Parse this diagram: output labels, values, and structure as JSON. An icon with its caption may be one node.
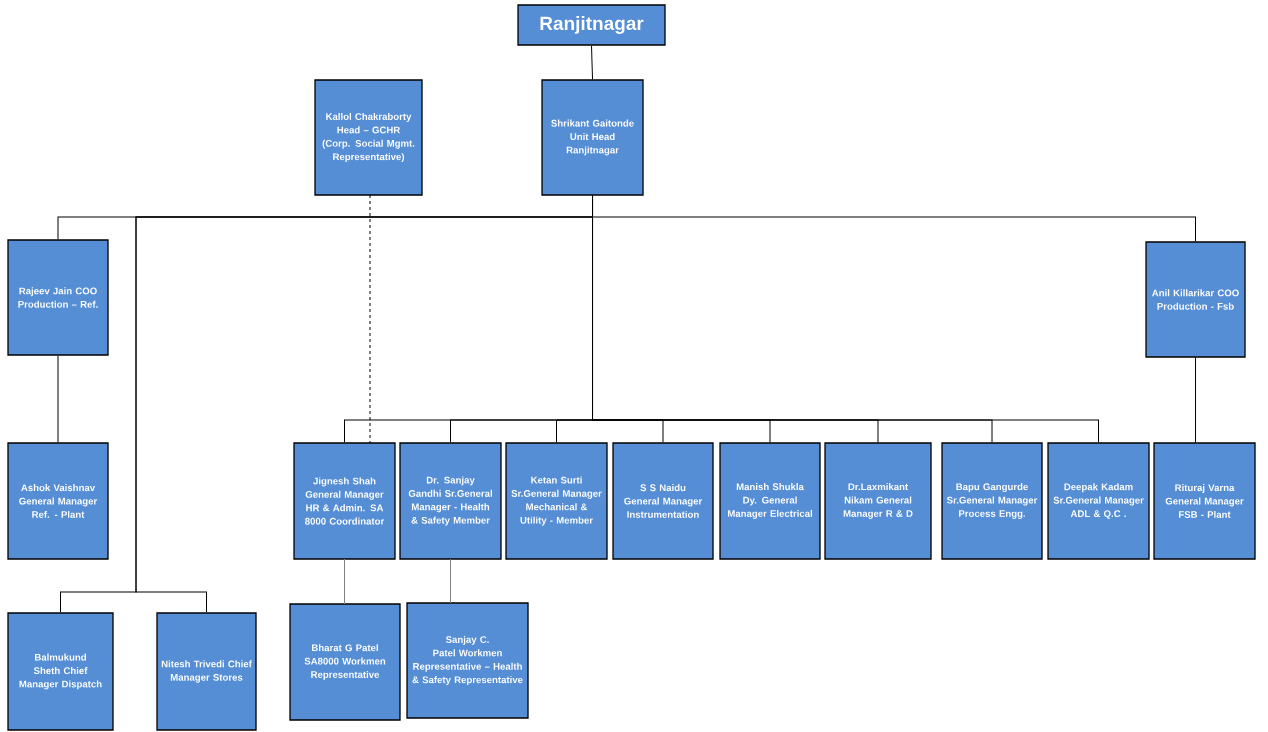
{
  "diagram": {
    "nodes": [
      {
        "text": [
          "Ranjitnagar"
        ]
      },
      {
        "text": [
          "Kallol Chakraborty Head – GCHR (Corp. Social Mgmt. Representative)"
        ]
      },
      {
        "text": [
          "Shrikant Gaitonde Unit Head Ranjitnagar"
        ]
      },
      {
        "text": [
          "Rajeev Jain COO Production – Ref."
        ]
      },
      {
        "text": [
          "Anil Killarikar COO Production - Fsb"
        ]
      },
      {
        "text": [
          "Ashok Vaishnav General Manager Ref. - Plant"
        ]
      },
      {
        "text": [
          "Jignesh Shah General Manager HR & Admin. SA 8000 Coordinator"
        ]
      },
      {
        "text": [
          "Dr. Sanjay Gandhi Sr.General Manager - Health & Safety Member"
        ]
      },
      {
        "text": [
          "Ketan Surti Sr.General Manager Mechanical & Utility - Member"
        ]
      },
      {
        "text": [
          "S S Naidu General Manager Instrumentation"
        ]
      },
      {
        "text": [
          "Manish Shukla Dy. General Manager Electrical"
        ]
      },
      {
        "text": [
          "Dr.Laxmikant Nikam General Manager R & D"
        ]
      },
      {
        "text": [
          "Bapu Gangurde Sr.General Manager Process Engg."
        ]
      },
      {
        "text": [
          "Deepak Kadam Sr.General Manager ADL & Q.C ."
        ]
      },
      {
        "text": [
          "Rituraj Varna General Manager FSB - Plant"
        ]
      },
      {
        "text": [
          "Balmukund Sheth Chief Manager Dispatch"
        ]
      },
      {
        "text": [
          "Nitesh Trivedi Chief Manager Stores"
        ]
      },
      {
        "text": [
          "Bharat G Patel SA8000 Workmen Representative"
        ]
      },
      {
        "text": [
          "Sanjay C. Patel Workmen Representative – Health & Safety Representative"
        ]
      }
    ],
    "edges": [
      {
        "from": 0,
        "to": 2,
        "arrow": "none"
      },
      {
        "from": 2,
        "to": 3,
        "arrow": "none"
      },
      {
        "from": 2,
        "to": 4,
        "arrow": "none"
      },
      {
        "from": 2,
        "to": 15,
        "arrow": "none"
      },
      {
        "from": 2,
        "to": 16,
        "arrow": "none"
      },
      {
        "from": 2,
        "to": 6,
        "arrow": "none"
      },
      {
        "from": 2,
        "to": 7,
        "arrow": "none"
      },
      {
        "from": 2,
        "to": 8,
        "arrow": "none"
      },
      {
        "from": 2,
        "to": 9,
        "arrow": "none"
      },
      {
        "from": 2,
        "to": 10,
        "arrow": "none"
      },
      {
        "from": 2,
        "to": 11,
        "arrow": "none"
      },
      {
        "from": 2,
        "to": 12,
        "arrow": "none"
      },
      {
        "from": 2,
        "to": 13,
        "arrow": "none"
      },
      {
        "from": 3,
        "to": 5,
        "arrow": "none"
      },
      {
        "from": 4,
        "to": 14,
        "arrow": "none"
      },
      {
        "from": 1,
        "to": 6,
        "arrow": "none",
        "style": "dashed"
      },
      {
        "from": 6,
        "to": 17,
        "arrow": "none",
        "color": "#808080"
      },
      {
        "from": 7,
        "to": 18,
        "arrow": "none",
        "color": "#808080"
      }
    ]
  }
}
